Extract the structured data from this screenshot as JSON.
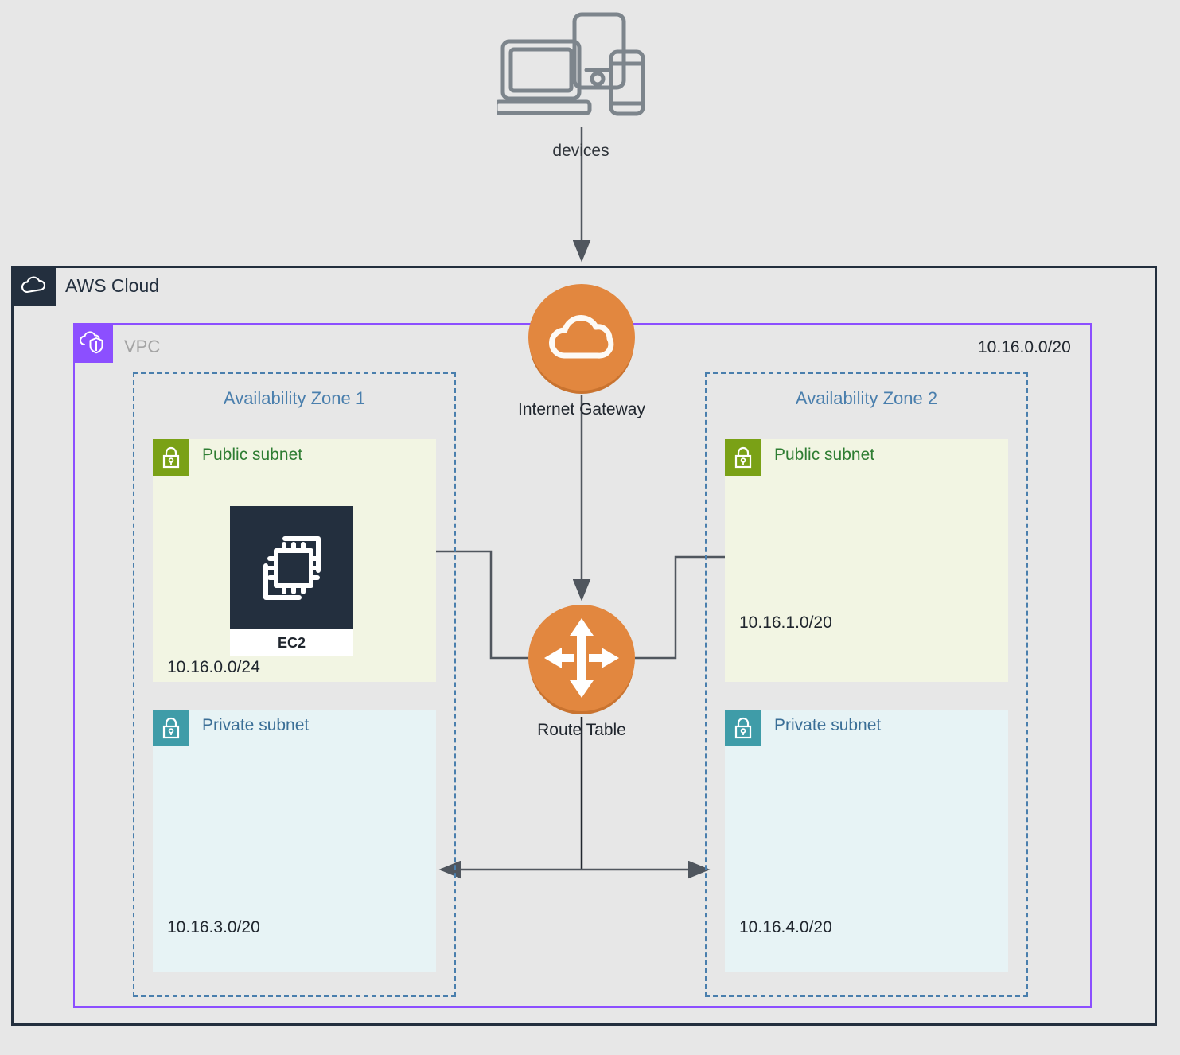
{
  "diagram": {
    "background_color": "#e7e7e7",
    "devices": {
      "label": "devices",
      "icon": "devices-icon",
      "color": "#7d858c"
    },
    "aws_cloud": {
      "title": "AWS Cloud",
      "icon": "aws-cloud-icon",
      "border_color": "#232f3e",
      "badge_color": "#232f3e"
    },
    "vpc": {
      "title": "VPC",
      "cidr": "10.16.0.0/20",
      "icon": "vpc-icon",
      "border_color": "#8c4fff",
      "badge_color": "#8c4fff",
      "title_color": "#a3a3a3"
    },
    "availability_zones": [
      {
        "title": "Availability Zone 1",
        "border_color": "#4a7fad",
        "title_color": "#4a7fad"
      },
      {
        "title": "Availability Zone 2",
        "border_color": "#4a7fad",
        "title_color": "#4a7fad"
      }
    ],
    "subnets": [
      {
        "type": "public",
        "zone": "Availability Zone 1",
        "label": "Public subnet",
        "cidr": "10.16.0.0/24",
        "icon": "padlock-icon",
        "badge_color": "#7aa116",
        "label_color": "#2e7d32",
        "background_color": "#f2f5e3"
      },
      {
        "type": "public",
        "zone": "Availability Zone 2",
        "label": "Public subnet",
        "cidr": "10.16.1.0/20",
        "icon": "padlock-icon",
        "badge_color": "#7aa116",
        "label_color": "#2e7d32",
        "background_color": "#f2f5e3"
      },
      {
        "type": "private",
        "zone": "Availability Zone 1",
        "label": "Private subnet",
        "cidr": "10.16.3.0/20",
        "icon": "padlock-icon",
        "badge_color": "#3f9ca8",
        "label_color": "#3a6e96",
        "background_color": "#e7f3f5"
      },
      {
        "type": "private",
        "zone": "Availability Zone 2",
        "label": "Private subnet",
        "cidr": "10.16.4.0/20",
        "icon": "padlock-icon",
        "badge_color": "#3f9ca8",
        "label_color": "#3a6e96",
        "background_color": "#e7f3f5"
      }
    ],
    "nodes": {
      "internet_gateway": {
        "label": "Internet Gateway",
        "icon": "cloud-icon",
        "color": "#e2873f"
      },
      "route_table": {
        "label": "Route Table",
        "icon": "router-arrows-icon",
        "color": "#e2873f"
      },
      "ec2": {
        "label": "EC2",
        "icon": "ec2-chip-icon",
        "color": "#232f3e"
      }
    },
    "connectors": {
      "line_color": "#50565e",
      "items": [
        {
          "name": "devices-to-aws-cloud",
          "direction": "down"
        },
        {
          "name": "internet-gateway-to-route-table",
          "direction": "down"
        },
        {
          "name": "route-table-to-public-subnet-az1",
          "direction": "left"
        },
        {
          "name": "route-table-to-public-subnet-az2",
          "direction": "right"
        },
        {
          "name": "private-subnet-az1-to-private-subnet-az2",
          "direction": "both"
        }
      ]
    }
  }
}
